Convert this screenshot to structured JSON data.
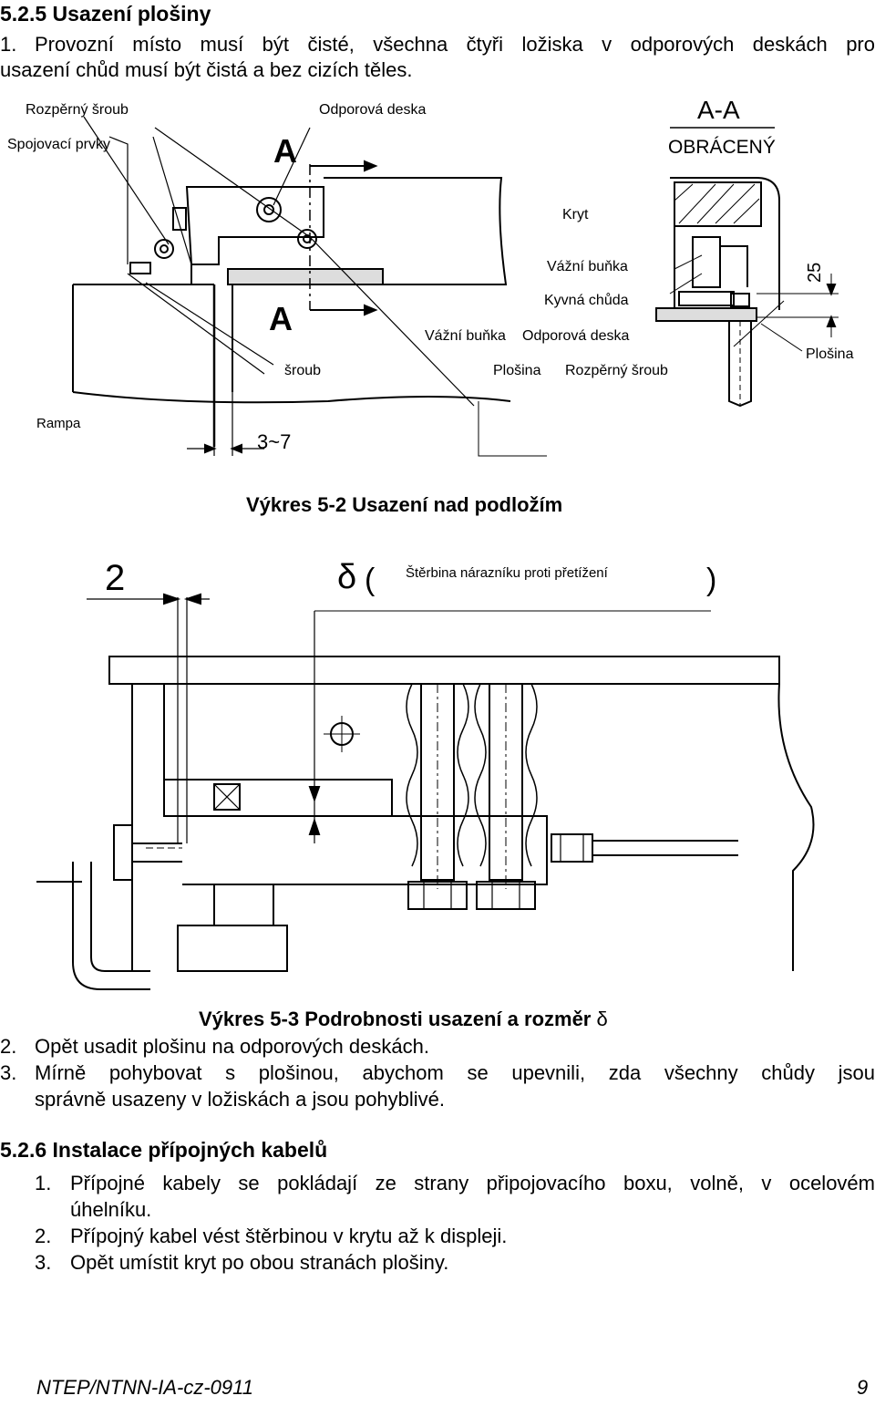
{
  "section_1": {
    "heading": "5.2.5  Usazení plošiny",
    "item_1_num": "1.",
    "item_1_line1": "Provozní místo musí být čisté, všechna čtyři ložiska v odporových deskách pro",
    "item_1_line2": "usazení chůd musí být čistá a bez cizích těles."
  },
  "figure_1": {
    "labels": {
      "rozperny_sroub_top": "Rozpěrný šroub",
      "odporova_deska_top": "Odporová deska",
      "spojovaci_prvky": "Spojovací prvky",
      "section_mark": "A-A",
      "obraceny": "OBRÁCENÝ",
      "kryt": "Kryt",
      "vazni_bunka_right": "Vážní buňka",
      "kyvna_chuda": "Kyvná chůda",
      "vazni_bunka_mid": "Vážní buňka",
      "odporova_deska_mid": "Odporová deska",
      "sroub": "šroub",
      "plosina_mid": "Plošina",
      "rozperny_sroub_mid": "Rozpěrný šroub",
      "plosina_right": "Plošina",
      "rampa": "Rampa",
      "marker_a_top": "A",
      "marker_a_bottom": "A",
      "dim_25": "25",
      "dim_3_7": "3~7"
    },
    "caption": "Výkres  5-2 Usazení   nad podložím"
  },
  "figure_2": {
    "labels": {
      "dim_2": "2",
      "delta": "δ",
      "paren_open": "(",
      "paren_close": ")",
      "gap_label": "Štěrbina nárazníku proti přetížení"
    },
    "caption_prefix": "Výkres  5-3 Podrobnosti usazení a rozměr ",
    "caption_symbol": "δ"
  },
  "steps_after": {
    "item_2_num": "2.",
    "item_2": "Opět usadit plošinu na odporových deskách.",
    "item_3_num": "3.",
    "item_3_line1": "Mírně pohybovat s plošinou, abychom se upevnili, zda všechny chůdy jsou",
    "item_3_line2": "správně usazeny v ložiskách  a jsou pohyblivé."
  },
  "section_2": {
    "heading": "5.2.6  Instalace přípojných kabelů",
    "items": [
      {
        "num": "1.",
        "line1": "Přípojné kabely  se pokládají ze strany připojovacího boxu, volně, v ocelovém",
        "line2": "úhelníku."
      },
      {
        "num": "2.",
        "line1": "Přípojný kabel vést štěrbinou v krytu až k displeji."
      },
      {
        "num": "3.",
        "line1": "Opět umístit kryt po  obou stranách plošiny."
      }
    ]
  },
  "footer": {
    "doc_code": "NTEP/NTNN-IA-cz-0911",
    "page_number": "9"
  }
}
